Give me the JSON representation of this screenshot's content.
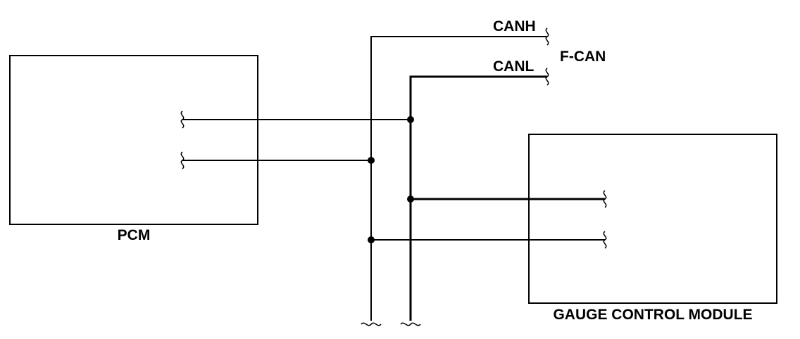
{
  "labels": {
    "pcm": "PCM",
    "gauge_control_module": "GAUGE CONTROL MODULE",
    "canh": "CANH",
    "canl": "CANL",
    "f_can": "F-CAN"
  },
  "colors": {
    "line": "#000000",
    "background": "#ffffff"
  }
}
